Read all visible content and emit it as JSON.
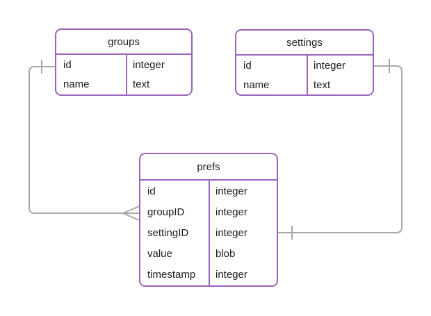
{
  "diagram": {
    "type": "entity-relationship",
    "background": "#ffffff",
    "colors": {
      "table_border": "#9c64bc",
      "connector": "#a8a8a8",
      "text": "#1c1c1c"
    },
    "tables": [
      {
        "name": "groups",
        "columns": [
          {
            "name": "id",
            "type": "integer"
          },
          {
            "name": "name",
            "type": "text"
          }
        ]
      },
      {
        "name": "settings",
        "columns": [
          {
            "name": "id",
            "type": "integer"
          },
          {
            "name": "name",
            "type": "text"
          }
        ]
      },
      {
        "name": "prefs",
        "columns": [
          {
            "name": "id",
            "type": "integer"
          },
          {
            "name": "groupID",
            "type": "integer"
          },
          {
            "name": "settingID",
            "type": "integer"
          },
          {
            "name": "value",
            "type": "blob"
          },
          {
            "name": "timestamp",
            "type": "integer"
          }
        ]
      }
    ],
    "relationships": [
      {
        "from_table": "groups",
        "from_column": "id",
        "to_table": "prefs",
        "to_column": "groupID",
        "from_cardinality": "one",
        "to_cardinality": "many"
      },
      {
        "from_table": "settings",
        "from_column": "id",
        "to_table": "prefs",
        "to_column": "settingID",
        "from_cardinality": "one",
        "to_cardinality": "one"
      }
    ]
  }
}
